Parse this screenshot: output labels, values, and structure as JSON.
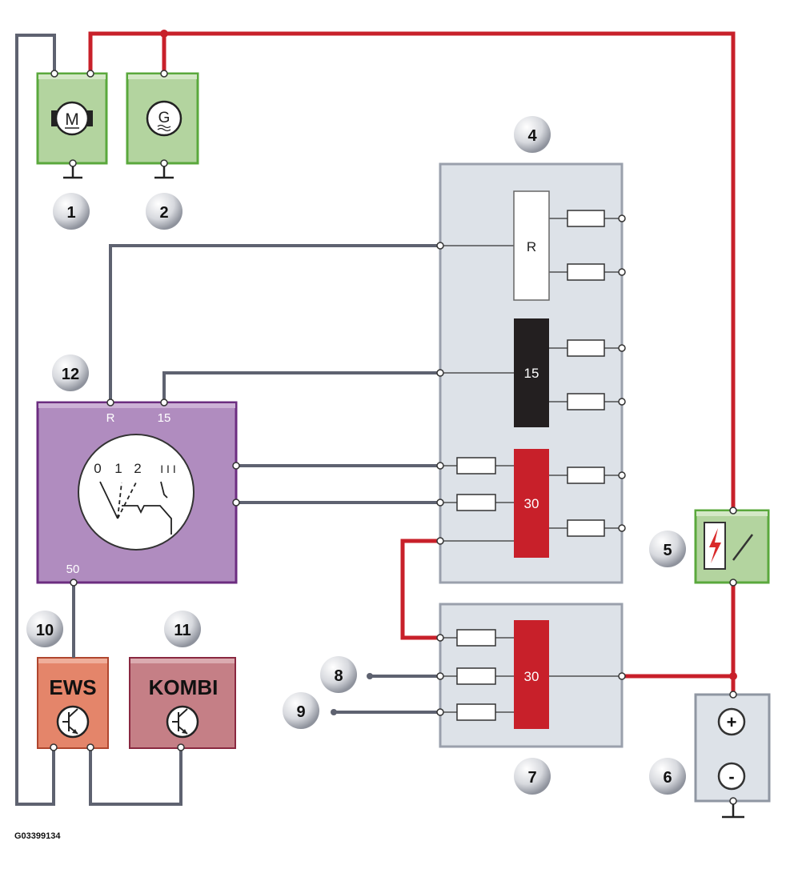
{
  "callouts": {
    "c1": "1",
    "c2": "2",
    "c4": "4",
    "c5": "5",
    "c6": "6",
    "c7": "7",
    "c8": "8",
    "c9": "9",
    "c10": "10",
    "c11": "11",
    "c12": "12"
  },
  "components": {
    "motor_symbol": "M",
    "generator_symbol": "G",
    "relay_r_label": "R",
    "relay_15_label": "15",
    "relay_30_label": "30",
    "fusebox_30_label": "30",
    "ews_label": "EWS",
    "kombi_label": "KOMBI",
    "battery_plus": "+",
    "battery_minus": "-"
  },
  "ignition_switch": {
    "terminal_r": "R",
    "terminal_15": "15",
    "terminal_50": "50",
    "pos_0": "0",
    "pos_1": "1",
    "pos_2": "2",
    "pos_3": "I I I"
  },
  "image_code": "G03399134",
  "colors": {
    "red_wire": "#c8202a",
    "grey_wire": "#5e6270",
    "green_box": "#b3d49f",
    "green_border": "#5aa83c",
    "purple_box": "#b08cbf",
    "purple_border": "#6c2d80",
    "grey_box": "#dde2e8",
    "grey_border": "#9aa0ac",
    "ews_box": "#e4856a",
    "kombi_box": "#c57f86"
  }
}
